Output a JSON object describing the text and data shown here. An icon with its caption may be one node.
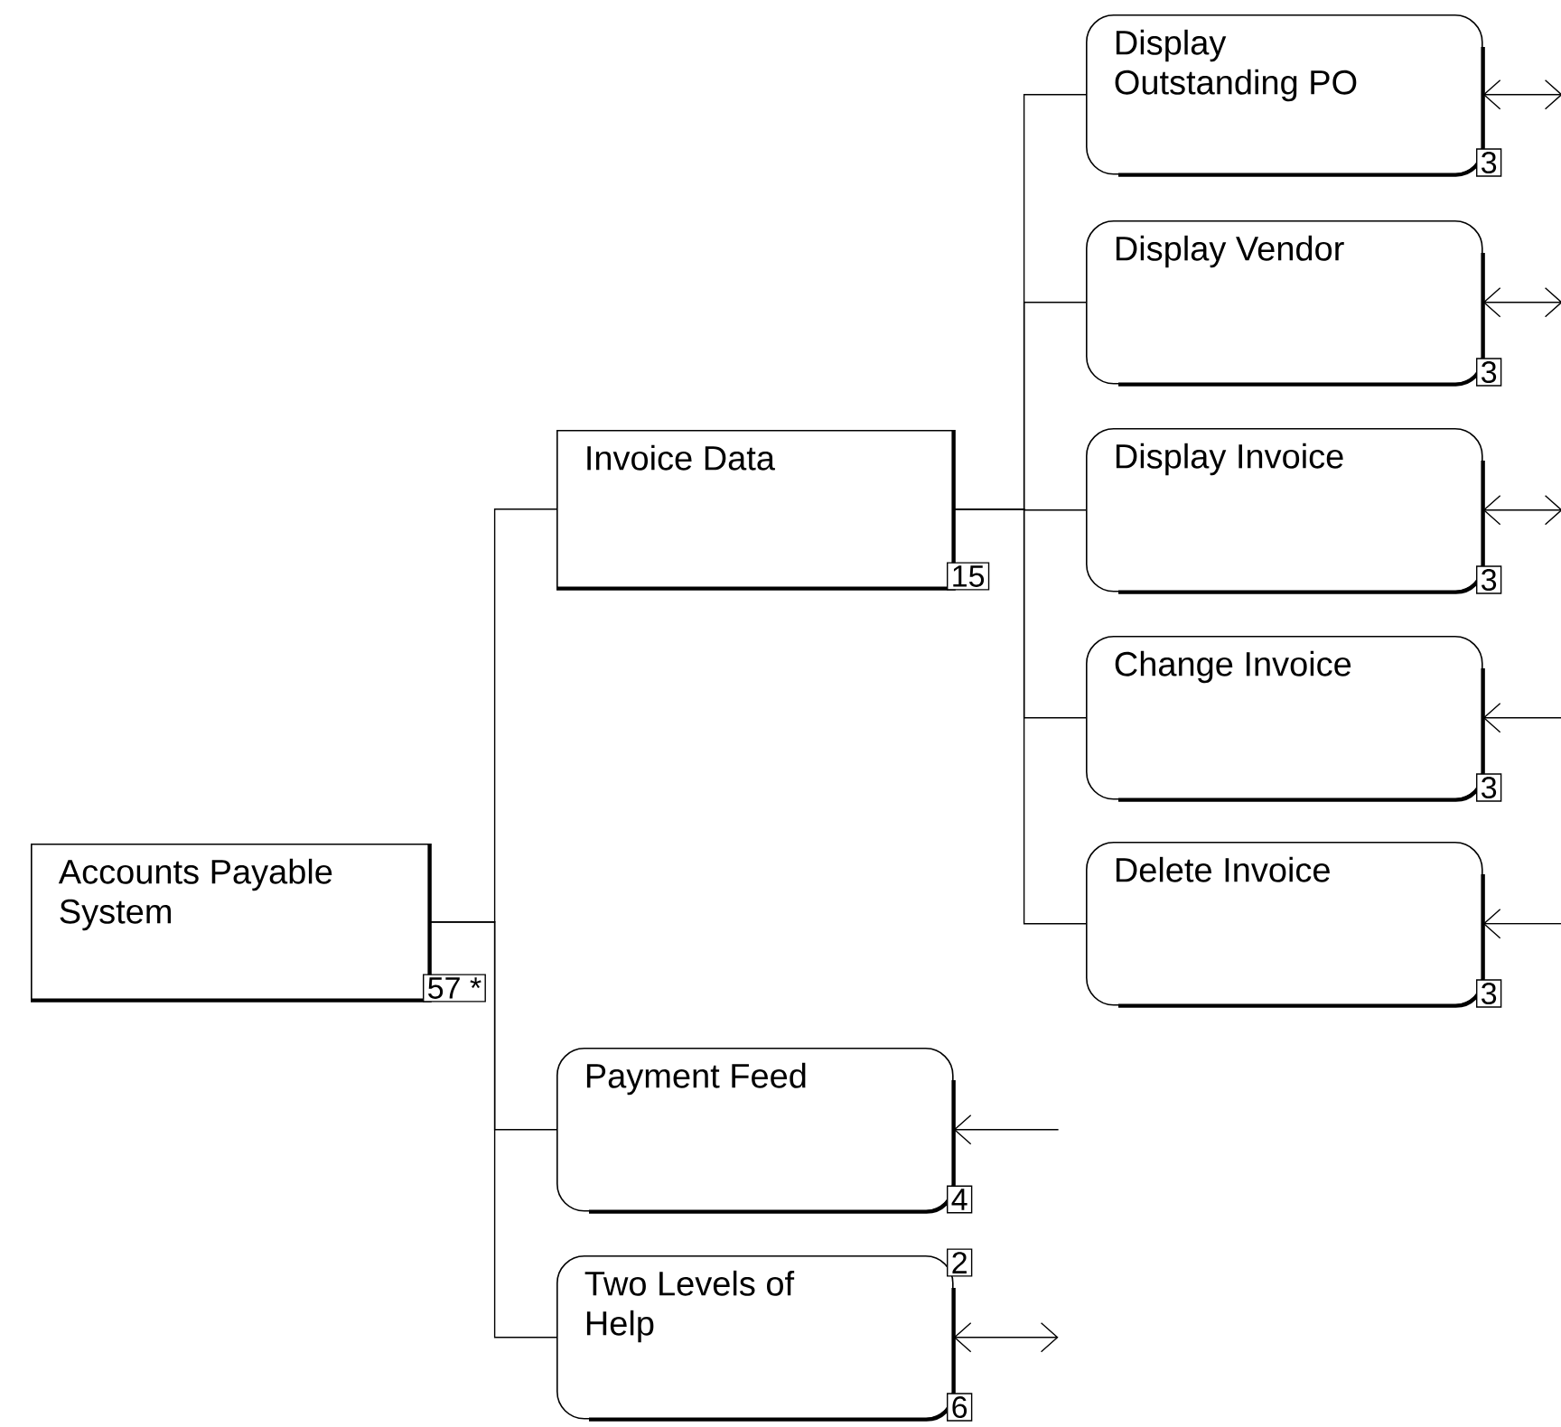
{
  "diagram": {
    "nodes": [
      {
        "text": [
          "Accounts Payable System"
        ],
        "beside": [
          "57 *"
        ]
      },
      {
        "text": [
          "Invoice Data"
        ],
        "beside": [
          "15"
        ]
      },
      {
        "text": [
          "Display Outstanding PO"
        ],
        "beside": [
          "3"
        ]
      },
      {
        "text": [
          "Display Vendor"
        ],
        "beside": [
          "3"
        ]
      },
      {
        "text": [
          "Display Invoice"
        ],
        "beside": [
          "3"
        ]
      },
      {
        "text": [
          "Change Invoice"
        ],
        "beside": [
          "3"
        ]
      },
      {
        "text": [
          "Delete Invoice"
        ],
        "beside": [
          "3"
        ]
      },
      {
        "text": [
          "Payment Feed"
        ],
        "beside": [
          "4"
        ]
      },
      {
        "text": [
          "Two Levels of Help"
        ],
        "beside": [
          "2",
          "6"
        ]
      }
    ],
    "edges": [
      {
        "from": 0,
        "to": 1,
        "arrow": "none"
      },
      {
        "from": 0,
        "to": 7,
        "arrow": "none"
      },
      {
        "from": 0,
        "to": 8,
        "arrow": "none"
      },
      {
        "from": 1,
        "to": 2,
        "arrow": "none"
      },
      {
        "from": 1,
        "to": 3,
        "arrow": "none"
      },
      {
        "from": 1,
        "to": 4,
        "arrow": "none"
      },
      {
        "from": 1,
        "to": 5,
        "arrow": "none"
      },
      {
        "from": 1,
        "to": 6,
        "arrow": "none"
      },
      {
        "from": null,
        "to": 2,
        "arrow": "both"
      },
      {
        "from": null,
        "to": 3,
        "arrow": "both"
      },
      {
        "from": null,
        "to": 4,
        "arrow": "both"
      },
      {
        "from": null,
        "to": 5,
        "arrow": "to"
      },
      {
        "from": null,
        "to": 6,
        "arrow": "to"
      },
      {
        "from": null,
        "to": 7,
        "arrow": "to"
      },
      {
        "from": null,
        "to": 8,
        "arrow": "both"
      }
    ]
  }
}
